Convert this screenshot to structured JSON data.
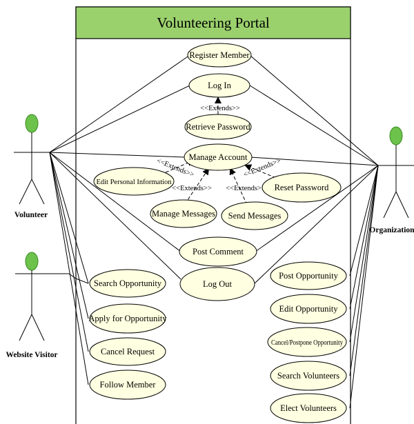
{
  "system": {
    "title": "Volunteering Portal",
    "header_color": "#9bd16d"
  },
  "actors": [
    {
      "id": "volunteer",
      "label": "Volunteer"
    },
    {
      "id": "visitor",
      "label": "Website Visitor"
    },
    {
      "id": "organization",
      "label": "Organization"
    }
  ],
  "use_cases": [
    {
      "id": "register",
      "label": "Register Member"
    },
    {
      "id": "login",
      "label": "Log In"
    },
    {
      "id": "retrieve",
      "label": "Retrieve Password"
    },
    {
      "id": "manage_account",
      "label": "Manage Account"
    },
    {
      "id": "edit_info",
      "label": "Edit Personal Information"
    },
    {
      "id": "reset_pw",
      "label": "Reset Password"
    },
    {
      "id": "manage_msgs",
      "label": "Manage Messages"
    },
    {
      "id": "send_msgs",
      "label": "Send Messages"
    },
    {
      "id": "post_comment",
      "label": "Post Comment"
    },
    {
      "id": "logout",
      "label": "Log Out"
    },
    {
      "id": "search_opp",
      "label": "Search Opportunity"
    },
    {
      "id": "apply_opp",
      "label": "Apply for Opportunity"
    },
    {
      "id": "cancel_req",
      "label": "Cancel Request"
    },
    {
      "id": "follow",
      "label": "Follow Member"
    },
    {
      "id": "post_opp",
      "label": "Post Opportunity"
    },
    {
      "id": "edit_opp",
      "label": "Edit Opportunity"
    },
    {
      "id": "cancel_opp",
      "label": "Cancel/Postpone Opportunity"
    },
    {
      "id": "search_vol",
      "label": "Search Volunteers"
    },
    {
      "id": "elect_vol",
      "label": "Elect Volunteers"
    }
  ],
  "relationships": [
    {
      "id": "ext_retrieve",
      "label": "<<Extends>>"
    },
    {
      "id": "ext_edit",
      "label": "<<Extends>>"
    },
    {
      "id": "ext_manage_msgs",
      "label": "<<Extends>>"
    },
    {
      "id": "ext_send_msgs",
      "label": "<<Extends>>"
    },
    {
      "id": "ext_reset",
      "label": "<<Extends>>"
    }
  ]
}
